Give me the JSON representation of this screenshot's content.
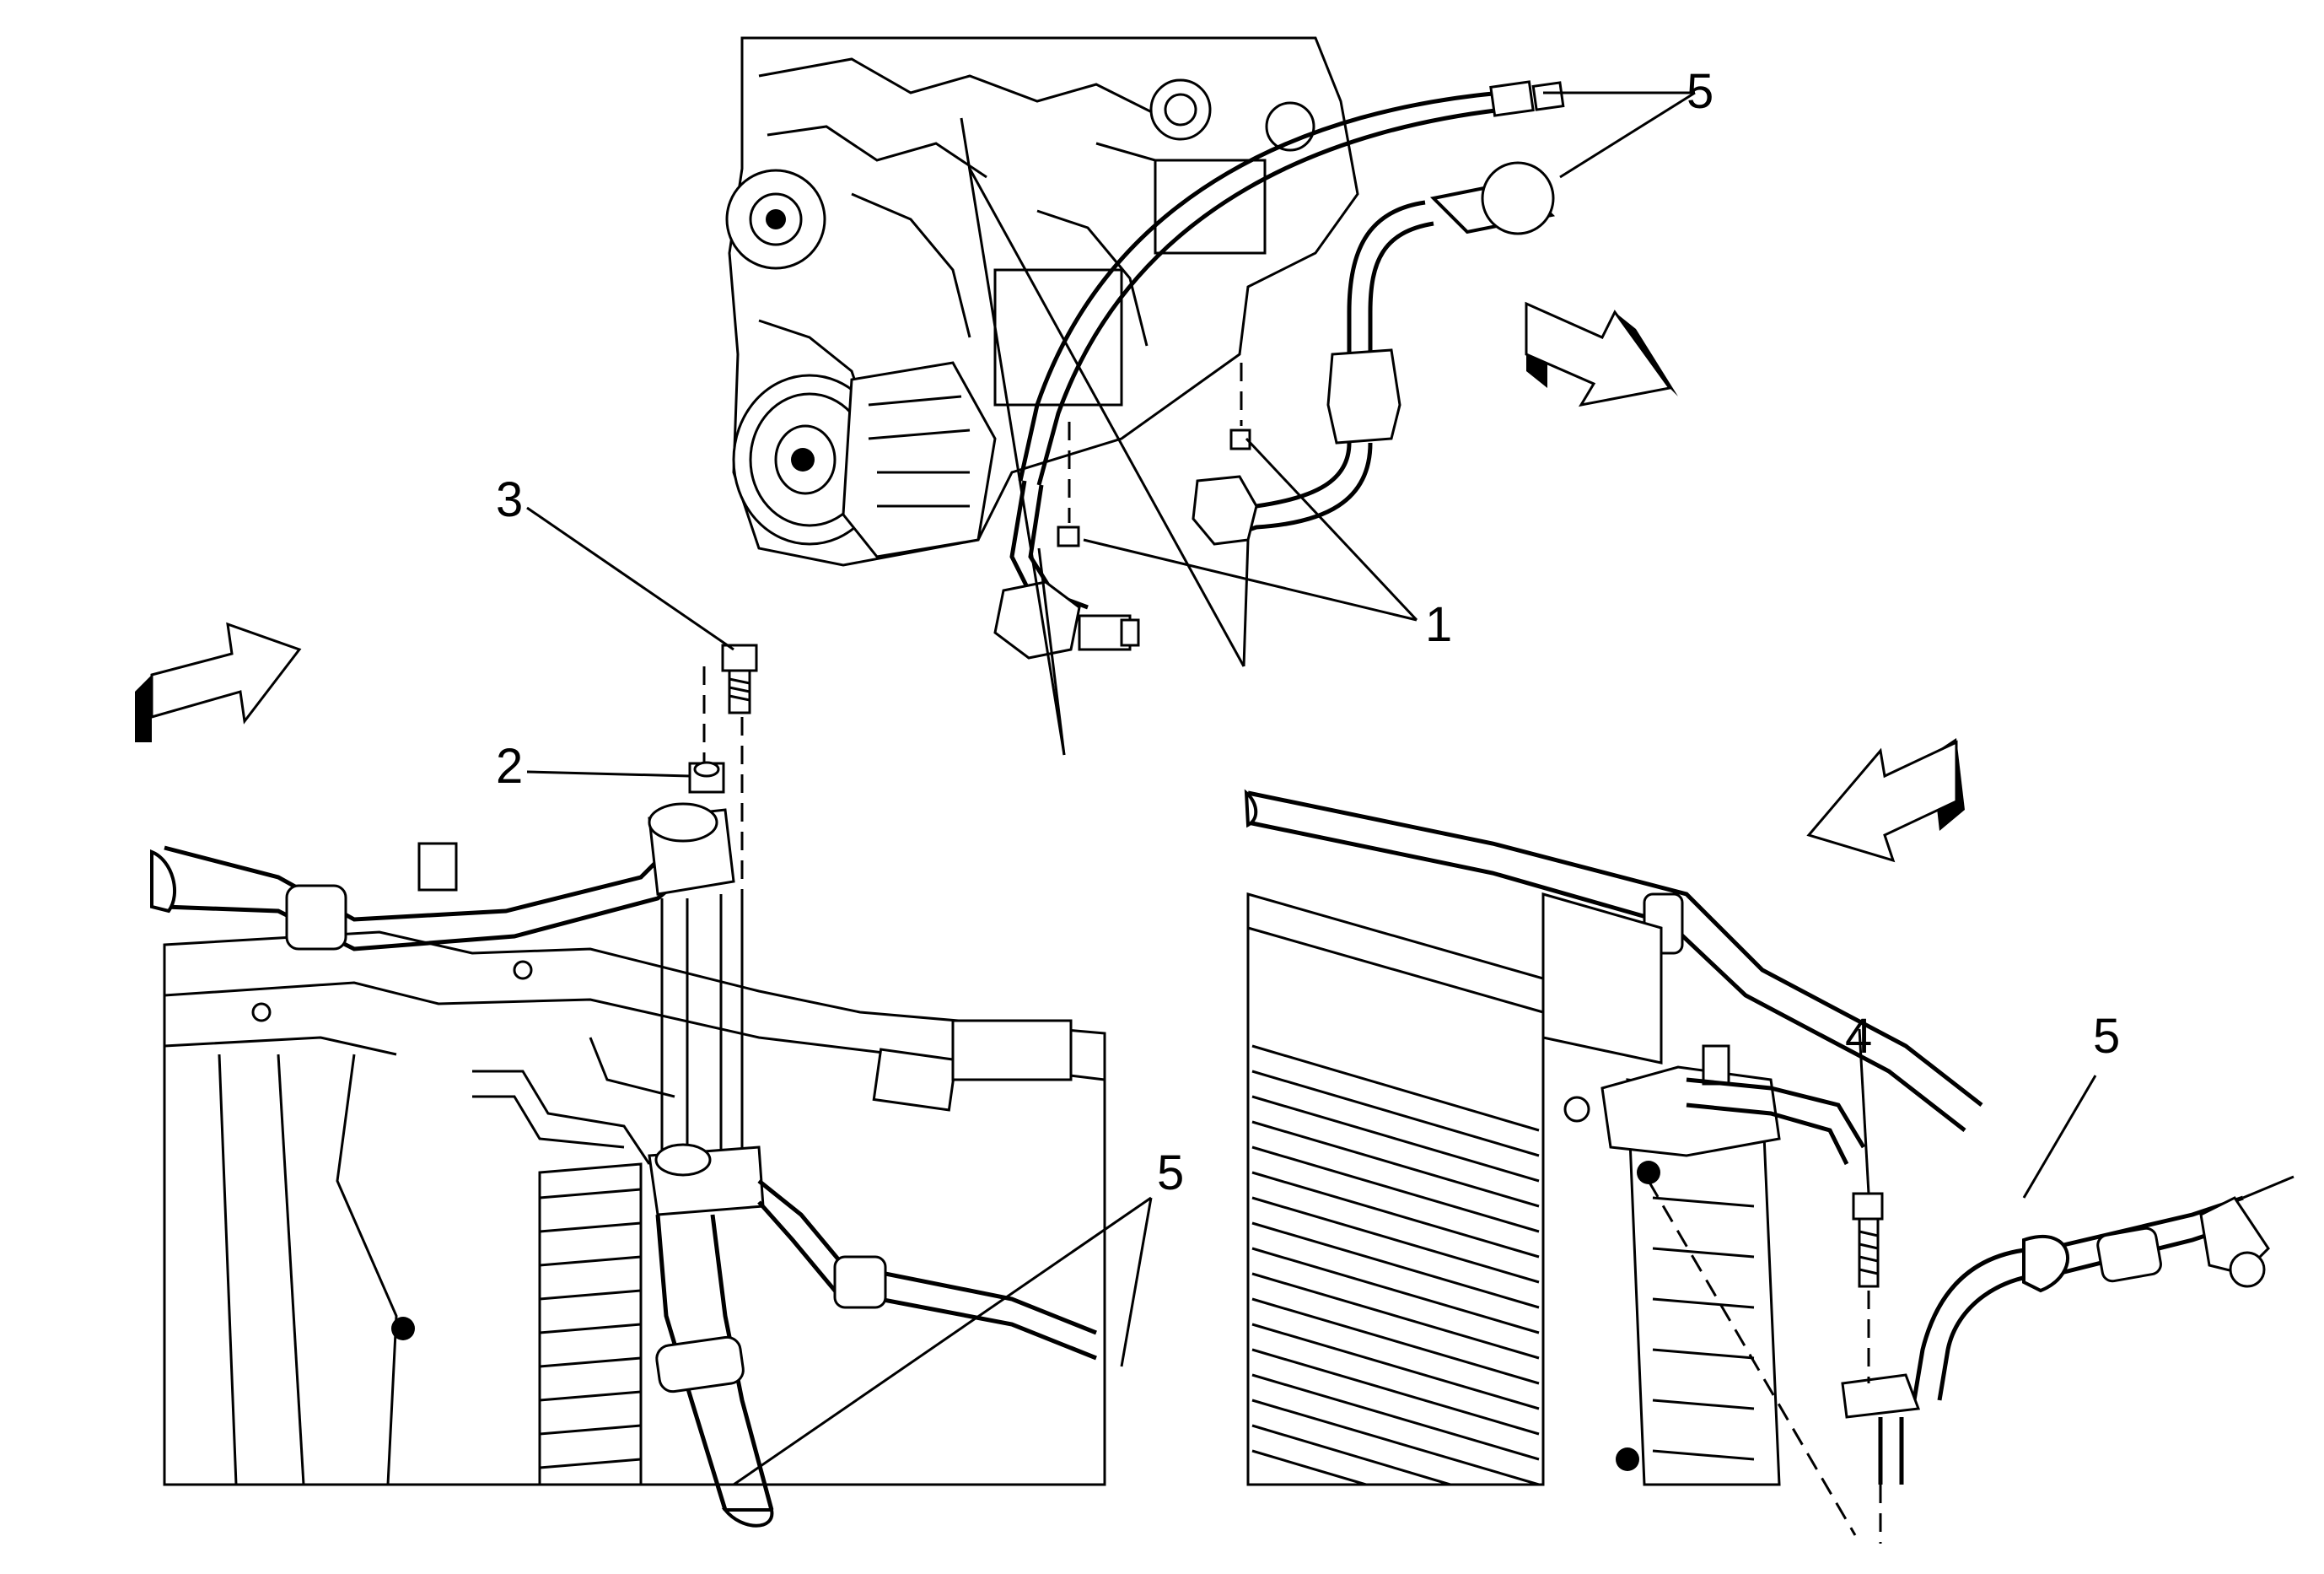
{
  "callouts": {
    "c1": "1",
    "c2": "2",
    "c3": "3",
    "c4": "4",
    "c5_top": "5",
    "c5_left": "5",
    "c5_right": "5"
  },
  "icons": {
    "direction_arrow_top": "arrow-down-right-icon",
    "direction_arrow_left": "arrow-up-right-icon",
    "direction_arrow_right": "arrow-down-left-icon"
  },
  "colors": {
    "line": "#000000",
    "background": "#ffffff"
  }
}
